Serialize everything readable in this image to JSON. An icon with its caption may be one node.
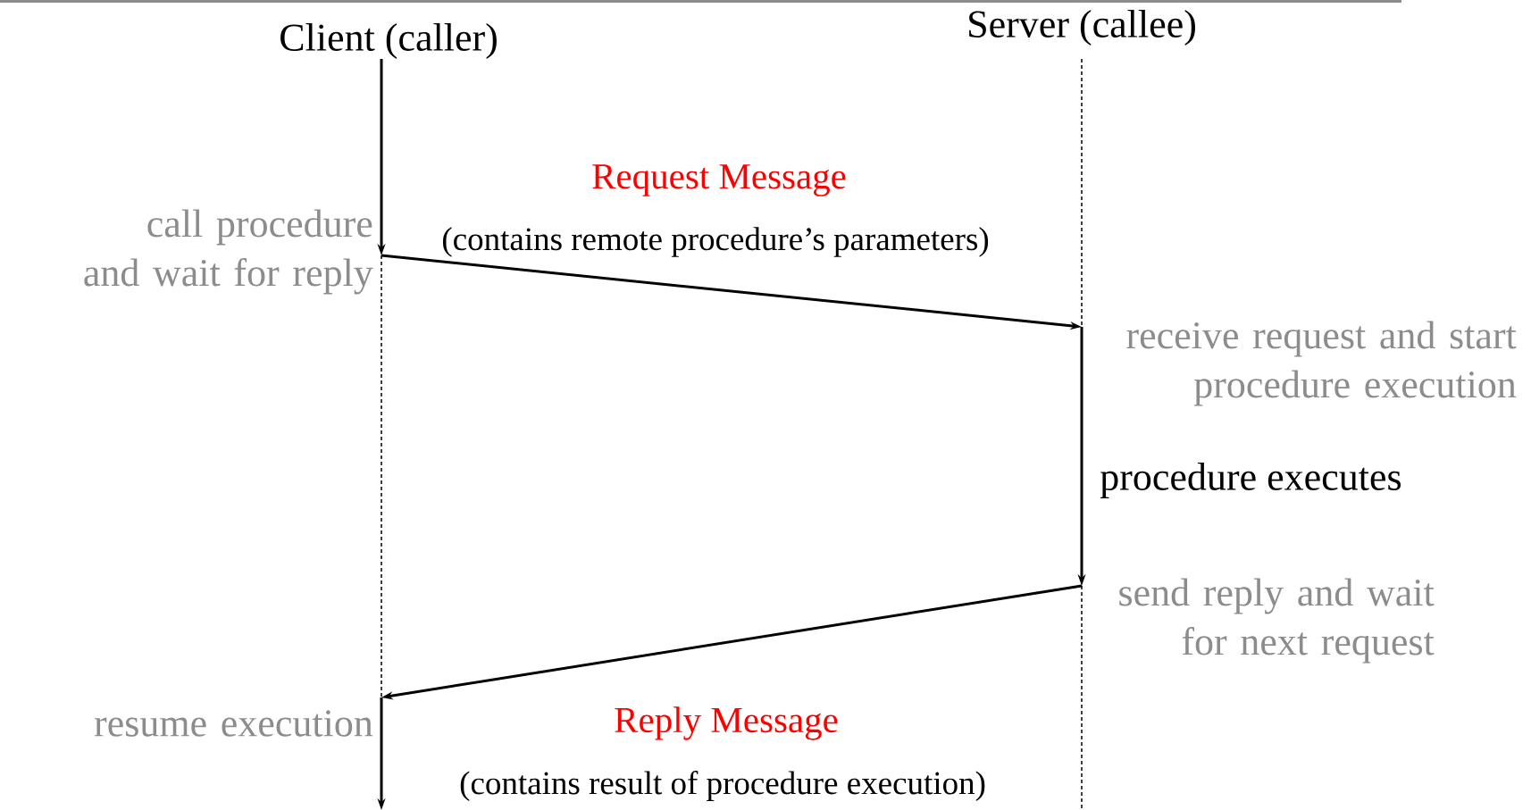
{
  "diagram": {
    "nodes": [
      {
        "text": [
          "Client (caller)"
        ]
      },
      {
        "text": [
          "Server (callee)"
        ]
      },
      {
        "text": [
          "call procedure and wait for reply"
        ]
      },
      {
        "text": [
          "receive request and start procedure execution"
        ]
      },
      {
        "text": [
          "procedure executes"
        ]
      },
      {
        "text": [
          "send reply and wait for next request"
        ]
      },
      {
        "text": [
          "resume execution"
        ]
      }
    ],
    "edges": [
      {
        "from": 0,
        "to": 2,
        "arrow": "to"
      },
      {
        "from": 2,
        "to": 3,
        "arrow": "to",
        "label": "Request Message"
      },
      {
        "from": 3,
        "to": 5,
        "arrow": "to"
      },
      {
        "from": 5,
        "to": 6,
        "arrow": "to",
        "label": "Reply Message"
      },
      {
        "from": 6,
        "to": null,
        "arrow": "to"
      },
      {
        "from": 1,
        "to": 3,
        "arrow": "none",
        "style": "dashed"
      },
      {
        "from": 2,
        "to": 6,
        "arrow": "none",
        "style": "dashed"
      },
      {
        "from": 5,
        "to": null,
        "arrow": "none",
        "style": "dashed"
      }
    ],
    "labels": [
      "(contains remote procedure’s parameters)",
      "(contains result of procedure execution)"
    ]
  }
}
